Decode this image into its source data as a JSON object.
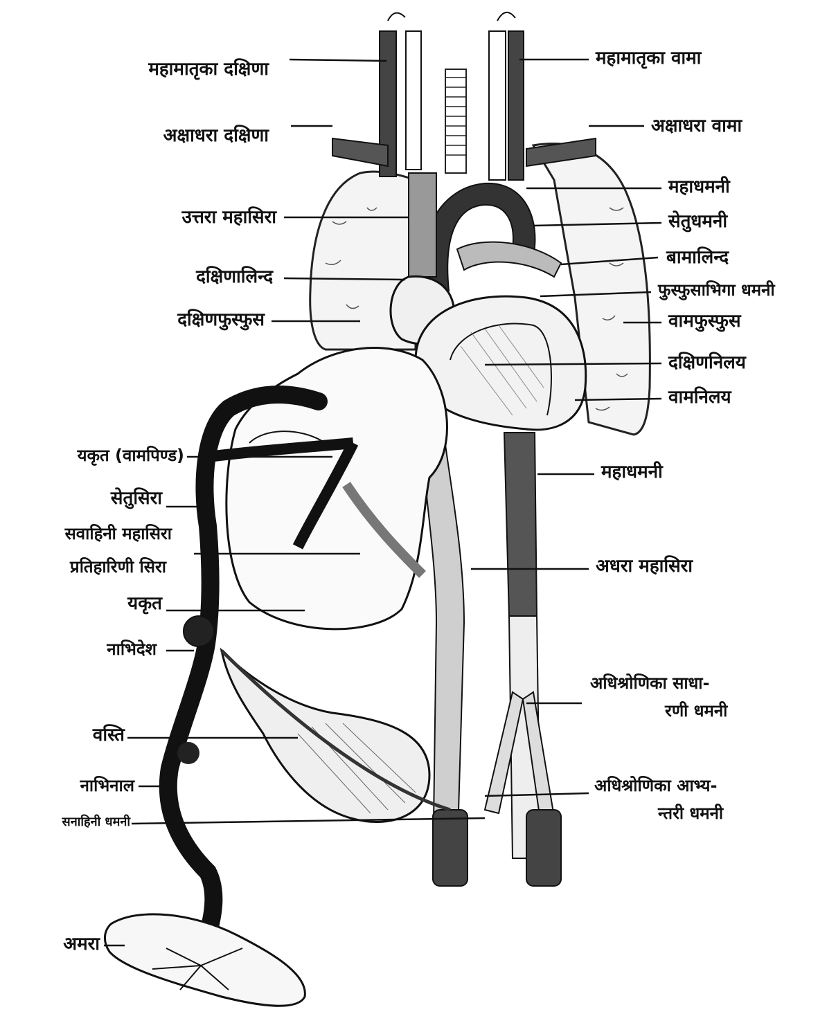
{
  "labels": {
    "right_common_carotid": "महामातृका दक्षिणा",
    "left_common_carotid": "महामातृका वामा",
    "right_subclavian": "अक्षाधरा दक्षिणा",
    "left_subclavian": "अक्षाधरा वामा",
    "aorta_upper": "महाधमनी",
    "ductus_arteriosus": "सेतुधमनी",
    "superior_vena_cava": "उत्तरा महासिरा",
    "left_atrium": "बामालिन्द",
    "right_atrium": "दक्षिणालिन्द",
    "pulmonary_artery": "फुस्फुसाभिगा धमनी",
    "right_lung": "दक्षिणफुस्फुस",
    "left_lung": "वामफुस्फुस",
    "right_ventricle": "दक्षिणनिलय",
    "left_ventricle": "वामनिलय",
    "liver_left_lobe": "यकृत (वामपिण्ड)",
    "ductus_venosus": "सेतुसिरा",
    "aorta_lower": "महाधमनी",
    "portal_vein": "सवाहिनी महासिरा",
    "hepatic_vein": "प्रतिहारिणी सिरा",
    "inferior_vena_cava": "अधरा महासिरा",
    "liver": "यकृत",
    "umbilicus": "नाभिदेश",
    "common_iliac_line1": "अधिश्रोणिका साधा-",
    "common_iliac_line2": "रणी धमनी",
    "bladder": "वस्ति",
    "internal_iliac_line1": "अधिश्रोणिका आभ्य-",
    "internal_iliac_line2": "न्तरी धमनी",
    "umbilical_cord": "नाभिनाल",
    "umbilical_artery": "सनाहिनी धमनी",
    "placenta": "अमरा"
  }
}
